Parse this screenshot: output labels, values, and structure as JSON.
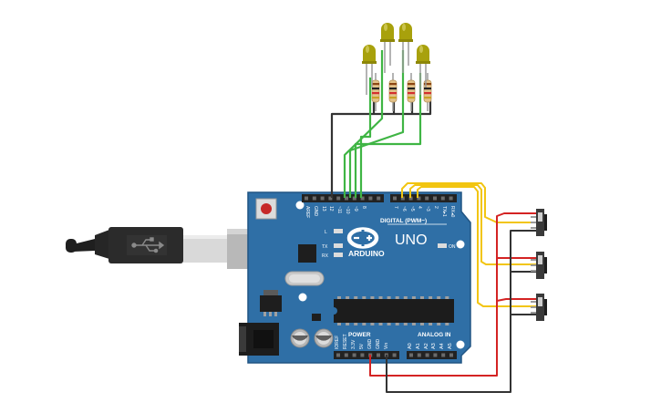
{
  "board": {
    "model": "UNO",
    "brand": "ARDUINO",
    "digital_label": "DIGITAL (PWM~)",
    "power_label": "POWER",
    "analog_label": "ANALOG IN",
    "on_label": "ON",
    "l_label": "L",
    "tx_label": "TX",
    "rx_label": "RX",
    "top_pins": [
      "AREF",
      "GND",
      "13",
      "12",
      "~11",
      "~10",
      "~9",
      "8",
      "7",
      "~6",
      "~5",
      "4",
      "~3",
      "2",
      "TX▸1",
      "RX◂0"
    ],
    "power_pins": [
      "IOREF",
      "RESET",
      "3.3V",
      "5V",
      "GND",
      "GND",
      "Vin"
    ],
    "analog_pins": [
      "A0",
      "A1",
      "A2",
      "A3",
      "A4",
      "A5"
    ]
  },
  "components": {
    "leds": 4,
    "resistors": 4,
    "slide_switches": 3
  },
  "colors": {
    "board": "#2f6fa6",
    "board_edge": "#215584",
    "led_body": "#a8a10c",
    "wire_green": "#3fb544",
    "wire_black": "#333333",
    "wire_yellow": "#f2c511",
    "wire_red": "#d42323",
    "usb_plug": "#2b2b2b",
    "usb_metal": "#bfbfbf"
  }
}
